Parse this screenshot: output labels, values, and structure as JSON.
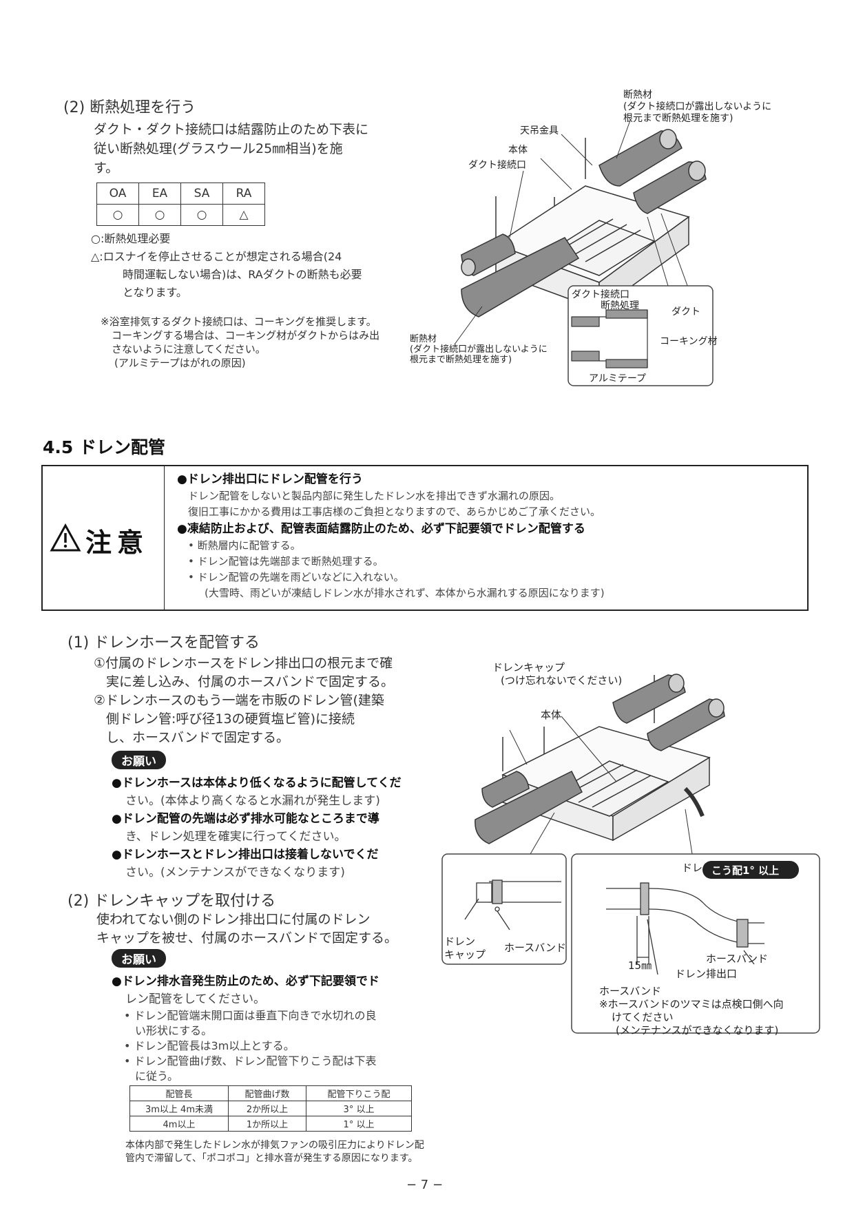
{
  "section2": {
    "heading": "(2) 断熱処理を行う",
    "line1": "ダクト・ダクト接続口は結露防止のため下表に",
    "line2": "従い断熱処理(グラスウール25㎜相当)を施",
    "line3": "す。",
    "table": {
      "headers": [
        "OA",
        "EA",
        "SA",
        "RA"
      ],
      "values": [
        "○",
        "○",
        "○",
        "△"
      ]
    },
    "legend1": "○:断熱処理必要",
    "legend2_l1": "△:ロスナイを停止させることが想定される場合(24",
    "legend2_l2": "時間運転しない場合)は、RAダクトの断熱も必要",
    "legend2_l3": "となります。",
    "note_l1": "※浴室排気するダクト接続口は、コーキングを推奨します。",
    "note_l2": "コーキングする場合は、コーキング材がダクトからはみ出",
    "note_l3": "さないように注意してください。",
    "note_l4": "(アルミテープはがれの原因)"
  },
  "diagram1": {
    "label_insul_top_l1": "断熱材",
    "label_insul_top_l2": "(ダクト接続口が露出しないように",
    "label_insul_top_l3": "根元まで断熱処理を施す)",
    "label_hanger": "天吊金具",
    "label_body": "本体",
    "label_duct_port": "ダクト接続口",
    "label_insul_bot_l1": "断熱材",
    "label_insul_bot_l2": "(ダクト接続口が露出しないように",
    "label_insul_bot_l3": "根元まで断熱処理を施す)",
    "detail_duct_port": "ダクト接続口",
    "detail_insul": "断熱処理",
    "detail_duct": "ダクト",
    "detail_caulk": "コーキング材",
    "detail_alu": "アルミテープ"
  },
  "section45": {
    "heading": "4.5 ドレン配管",
    "caution_title": "注意",
    "b1": "●ドレン排出口にドレン配管を行う",
    "b1_s1": "ドレン配管をしないと製品内部に発生したドレン水を排出できず水漏れの原因。",
    "b1_s2": "復旧工事にかかる費用は工事店様のご負担となりますので、あらかじめご了承ください。",
    "b2": "●凍結防止および、配管表面結露防止のため、必ず下記要領でドレン配管する",
    "b2_s1": "• 断熱層内に配管する。",
    "b2_s2": "• ドレン配管は先端部まで断熱処理する。",
    "b2_s3": "• ドレン配管の先端を雨どいなどに入れない。",
    "b2_s4": "(大雪時、雨どいが凍結しドレン水が排水されず、本体から水漏れする原因になります)"
  },
  "drain1": {
    "heading": "(1) ドレンホースを配管する",
    "s1_l1": "①付属のドレンホースをドレン排出口の根元まで確",
    "s1_l2": "実に差し込み、付属のホースバンドで固定する。",
    "s2_l1": "②ドレンホースのもう一端を市販のドレン管(建築",
    "s2_l2": "側ドレン管:呼び径13の硬質塩ビ管)に接続",
    "s2_l3": "し、ホースバンドで固定する。",
    "request": "お願い",
    "r1_l1": "●ドレンホースは本体より低くなるように配管してくだ",
    "r1_l2": "さい。(本体より高くなると水漏れが発生します)",
    "r2_l1": "●ドレン配管の先端は必ず排水可能なところまで導",
    "r2_l2": "き、ドレン処理を確実に行ってください。",
    "r3_l1": "●ドレンホースとドレン排出口は接着しないでくだ",
    "r3_l2": "さい。(メンテナンスができなくなります)"
  },
  "drain2": {
    "heading": "(2) ドレンキャップを取付ける",
    "l1": "使われてない側のドレン排出口に付属のドレン",
    "l2": "キャップを被せ、付属のホースバンドで固定する。",
    "request": "お願い",
    "r1_l1": "●ドレン排水音発生防止のため、必ず下記要領でド",
    "r1_l2": "レン配管をしてください。",
    "sub1_l1": "• ドレン配管端末開口面は垂直下向きで水切れの良",
    "sub1_l2": "い形状にする。",
    "sub2": "• ドレン配管長は3m以上とする。",
    "sub3_l1": "• ドレン配管曲げ数、ドレン配管下りこう配は下表",
    "sub3_l2": "に従う。",
    "table": {
      "headers": [
        "配管長",
        "配管曲げ数",
        "配管下りこう配"
      ],
      "rows": [
        [
          "3m以上 4m未満",
          "2か所以上",
          "3° 以上"
        ],
        [
          "4m以上",
          "1か所以上",
          "1° 以上"
        ]
      ]
    },
    "foot_l1": "本体内部で発生したドレン水が排気ファンの吸引圧力によりドレン配",
    "foot_l2": "管内で滞留して、「ポコポコ」と排水音が発生する原因になります。"
  },
  "diagram2": {
    "label_cap_l1": "ドレンキャップ",
    "label_cap_l2": "(つけ忘れないでください)",
    "label_body": "本体",
    "d1_drain_l1": "ドレン",
    "d1_drain_l2": "キャップ",
    "d1_band": "ホースバンド",
    "d2_hose": "ドレンホース",
    "d2_slope": "こう配1° 以上",
    "d2_band": "ホースバンド",
    "d2_outlet": "ドレン排出口",
    "d2_dim": "15㎜",
    "d2_band2": "ホースバンド",
    "d2_note_l1": "※ホースバンドのツマミは点検口側へ向",
    "d2_note_l2": "けてください",
    "d2_note_l3": "(メンテナンスができなくなります)"
  },
  "page_number": "− 7 −"
}
